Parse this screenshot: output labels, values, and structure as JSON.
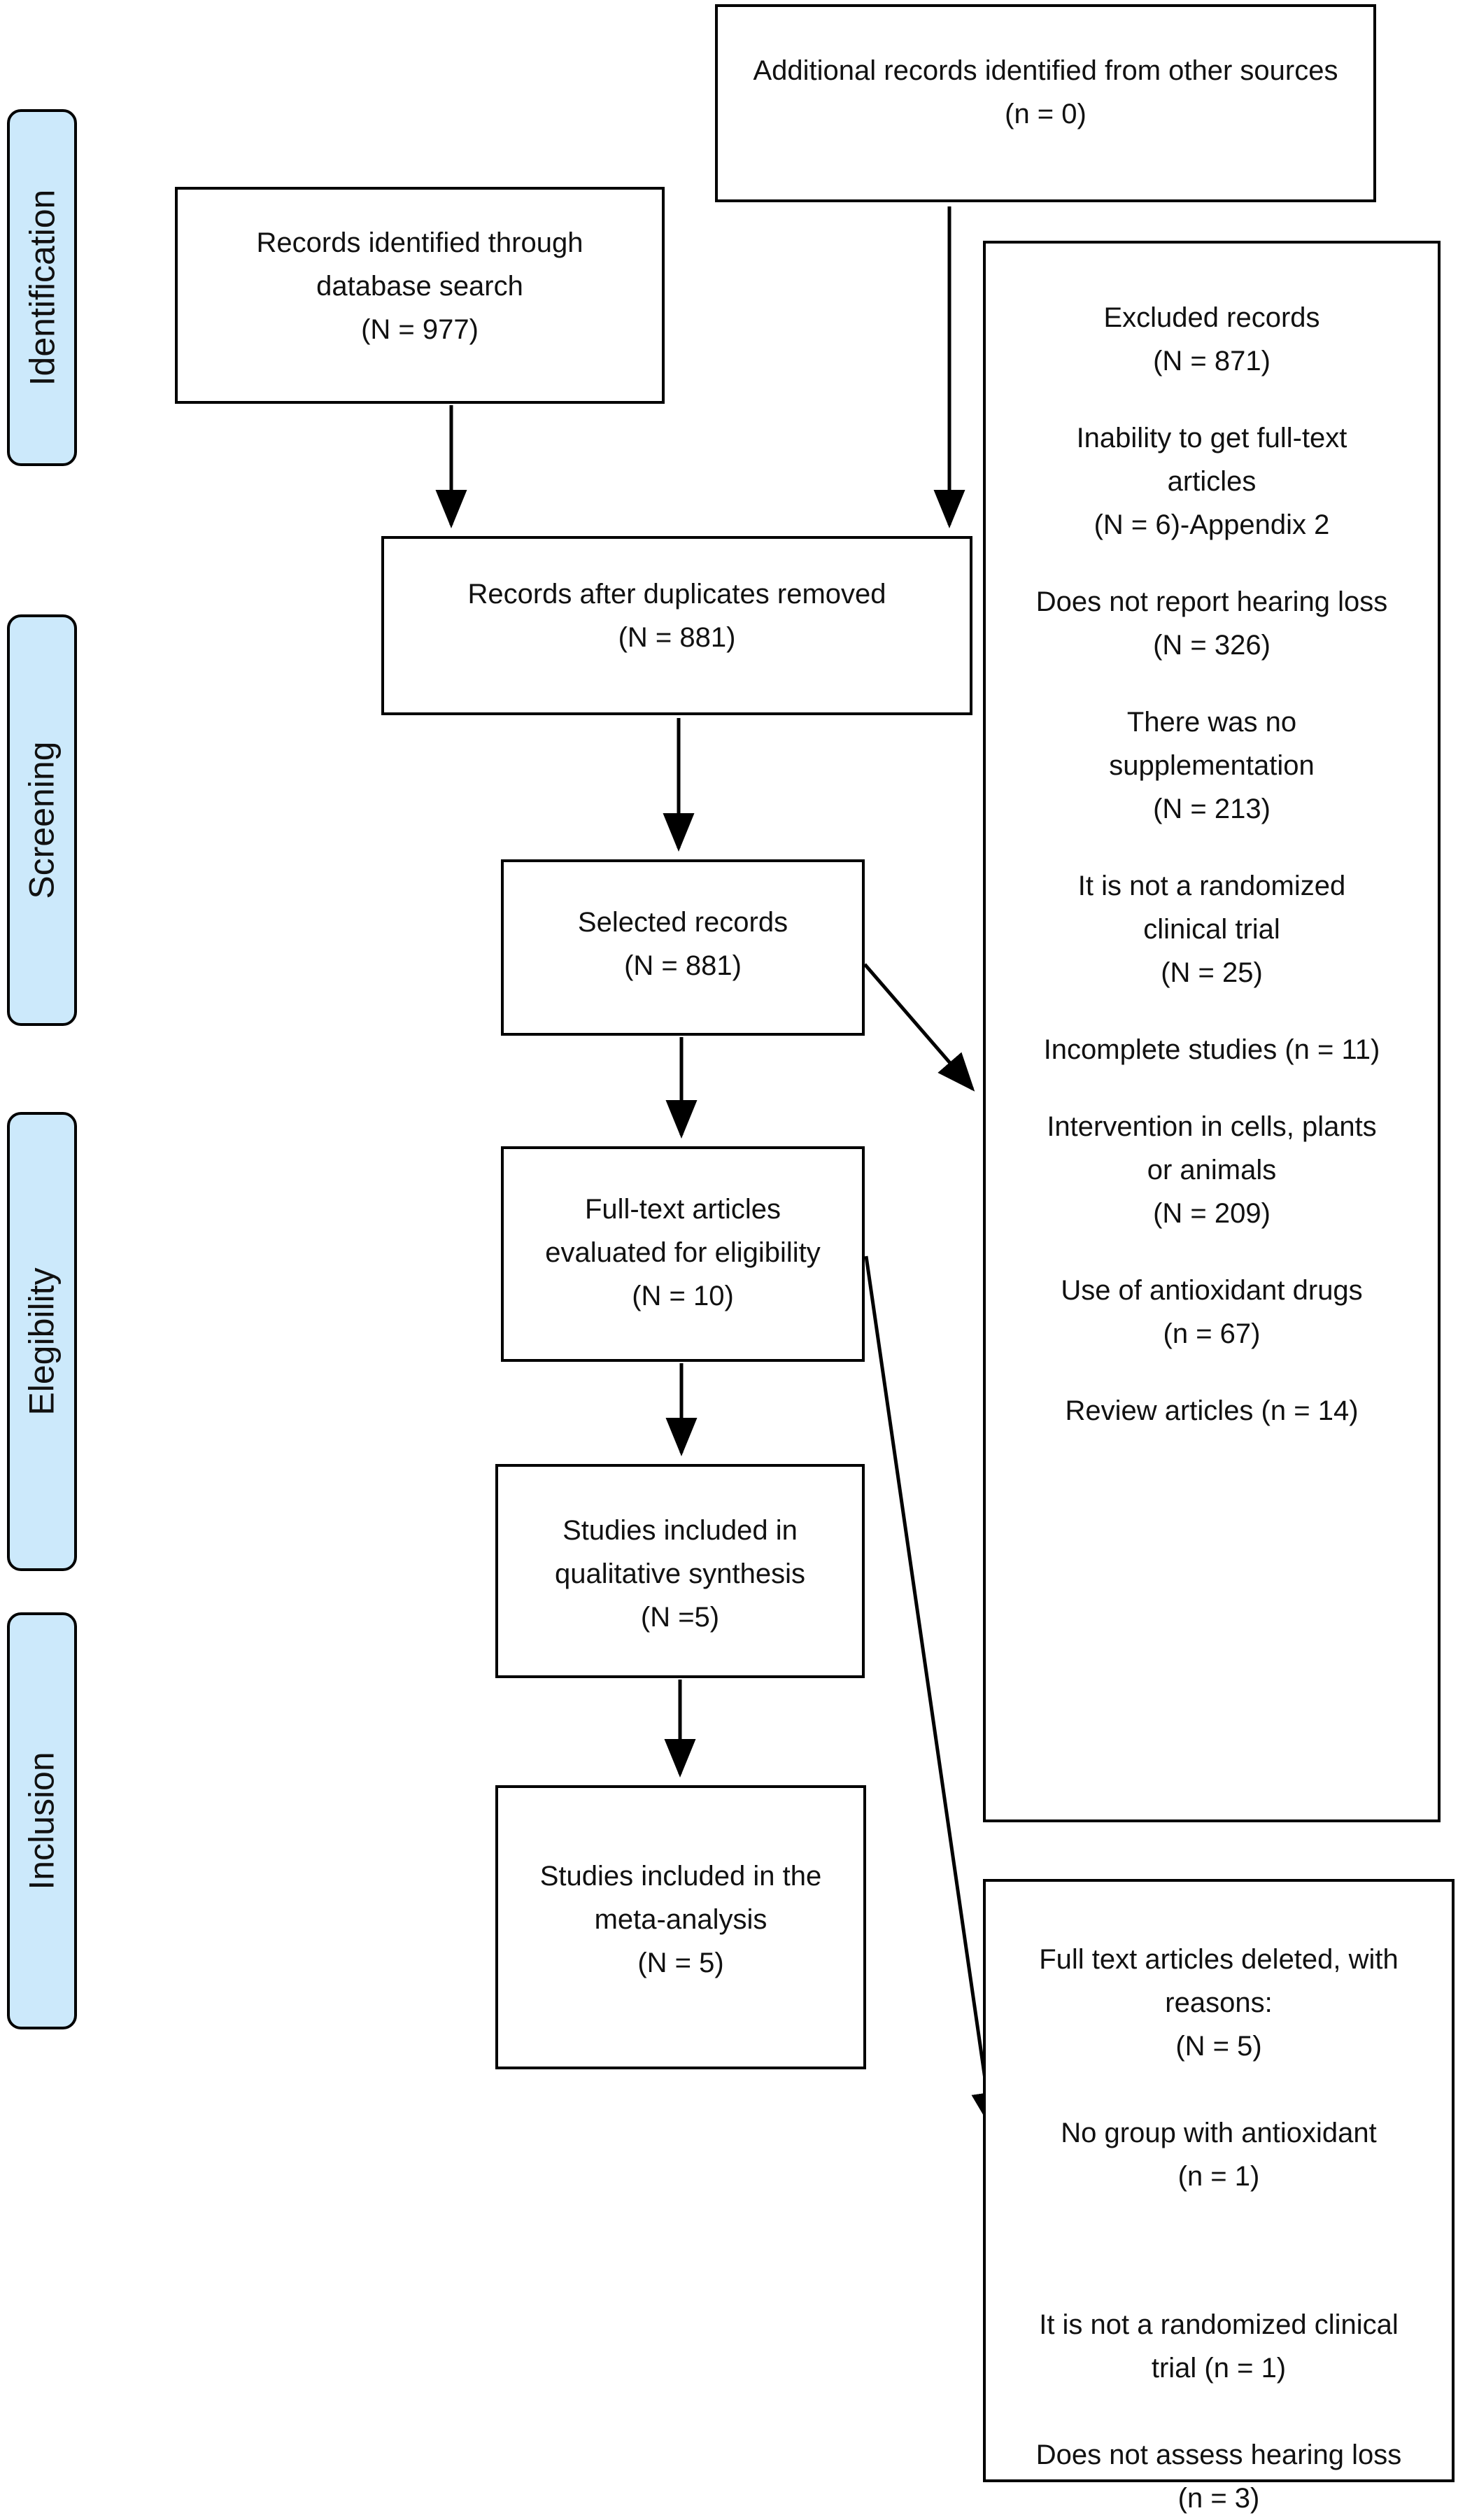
{
  "colors": {
    "page_bg": "#ffffff",
    "sidebar_fill": "#cce9fb",
    "border": "#000000",
    "text": "#111111"
  },
  "stages": [
    {
      "label": "Identification"
    },
    {
      "label": "Screening"
    },
    {
      "label": "Elegibility"
    },
    {
      "label": "Inclusion"
    }
  ],
  "boxes": {
    "additional_records": {
      "text": "Additional records identified from other sources\n(n = 0)"
    },
    "records_identified": {
      "text": "Records identified through\ndatabase search\n(N = 977)"
    },
    "records_after_duplicates": {
      "text": "Records after duplicates removed\n(N = 881)"
    },
    "selected_records": {
      "text": "Selected records\n(N = 881)"
    },
    "full_text_evaluated": {
      "text": "Full-text articles\nevaluated for eligibility\n(N = 10)"
    },
    "qualitative_synthesis": {
      "text": "Studies included in\nqualitative synthesis\n(N =5)"
    },
    "meta_analysis": {
      "text": "Studies included in the\nmeta-analysis\n(N = 5)"
    },
    "excluded_records": {
      "items": [
        "Excluded records\n(N = 871)",
        "Inability to get full-text\narticles\n(N = 6)-Appendix 2",
        "Does not report hearing loss\n(N = 326)",
        "There was no\nsupplementation\n(N = 213)",
        "It is not a randomized\nclinical trial\n(N = 25)",
        "Incomplete studies (n = 11)",
        "Intervention in cells, plants\nor animals\n(N = 209)",
        "Use of antioxidant drugs\n(n = 67)",
        "Review articles (n = 14)"
      ]
    },
    "full_text_deleted": {
      "items": [
        "Full text articles deleted, with\nreasons:\n(N = 5)",
        "No group with antioxidant\n(n = 1)",
        "It is not a randomized clinical\ntrial (n = 1)",
        "Does not assess hearing loss\n(n = 3)"
      ]
    }
  }
}
